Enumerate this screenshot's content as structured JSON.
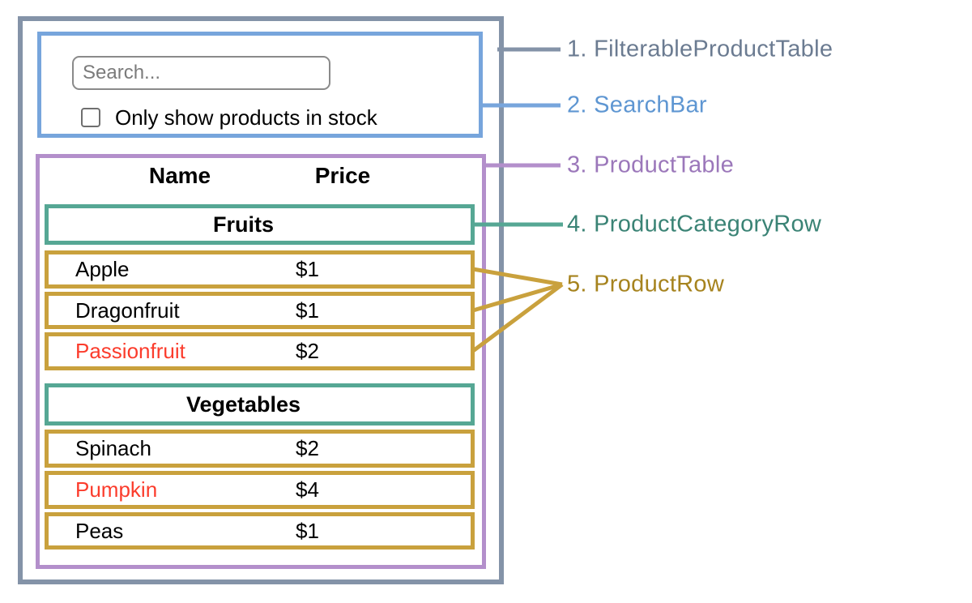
{
  "search": {
    "placeholder": "Search...",
    "checkbox_label": "Only show products in stock",
    "checkbox_checked": false
  },
  "table": {
    "name_header": "Name",
    "price_header": "Price",
    "sections": [
      {
        "category": "Fruits",
        "rows": [
          {
            "name": "Apple",
            "price": "$1",
            "red": false
          },
          {
            "name": "Dragonfruit",
            "price": "$1",
            "red": false
          },
          {
            "name": "Passionfruit",
            "price": "$2",
            "red": true
          }
        ]
      },
      {
        "category": "Vegetables",
        "rows": [
          {
            "name": "Spinach",
            "price": "$2",
            "red": false
          },
          {
            "name": "Pumpkin",
            "price": "$4",
            "red": true
          },
          {
            "name": "Peas",
            "price": "$1",
            "red": false
          }
        ]
      }
    ]
  },
  "labels": [
    {
      "text": "1. FilterableProductTable"
    },
    {
      "text": "2. SearchBar"
    },
    {
      "text": "3. ProductTable"
    },
    {
      "text": "4. ProductCategoryRow"
    },
    {
      "text": "5. ProductRow"
    }
  ],
  "colors": {
    "gray-border": "#8493a8",
    "gray-text": "#6b7b91",
    "blue-border": "#77a5dc",
    "blue-text": "#5e96d2",
    "purple-border": "#b38fcb",
    "purple-text": "#9b77ba",
    "teal-border": "#56a794",
    "teal-text": "#3a8375",
    "gold-border": "#c9a13d",
    "gold-text": "#a6831e",
    "red-text": "#fb3c2c"
  }
}
